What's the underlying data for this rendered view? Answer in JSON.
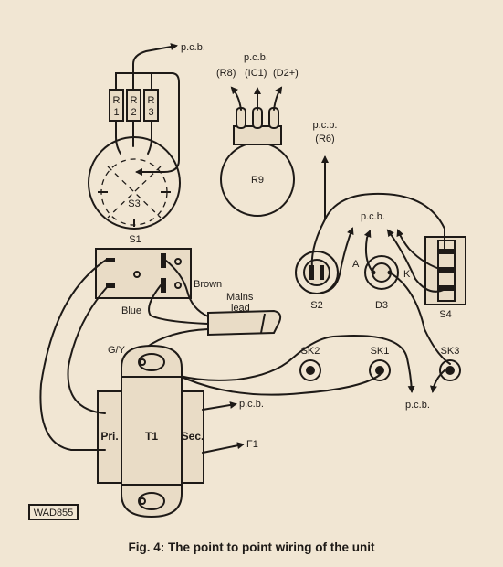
{
  "labels": {
    "pcb": "p.c.b.",
    "r8": "(R8)",
    "ic1": "(IC1)",
    "d2": "(D2+)",
    "r6": "(R6)",
    "r1_letter": "R",
    "r1_num": "1",
    "r2_letter": "R",
    "r2_num": "2",
    "r3_letter": "R",
    "r3_num": "3",
    "s3": "S3",
    "r9": "R9",
    "s1": "S1",
    "brown": "Brown",
    "blue": "Blue",
    "mains_line1": "Mains",
    "mains_line2": "lead",
    "s2": "S2",
    "d3": "D3",
    "s4": "S4",
    "a": "A",
    "k": "K",
    "gy": "G/Y",
    "sk1": "SK1",
    "sk2": "SK2",
    "sk3": "SK3",
    "t1": "T1",
    "pri": "Pri.",
    "sec": "Sec.",
    "f1": "F1",
    "code": "WAD855"
  },
  "caption": "Fig. 4: The point to point wiring of the unit"
}
